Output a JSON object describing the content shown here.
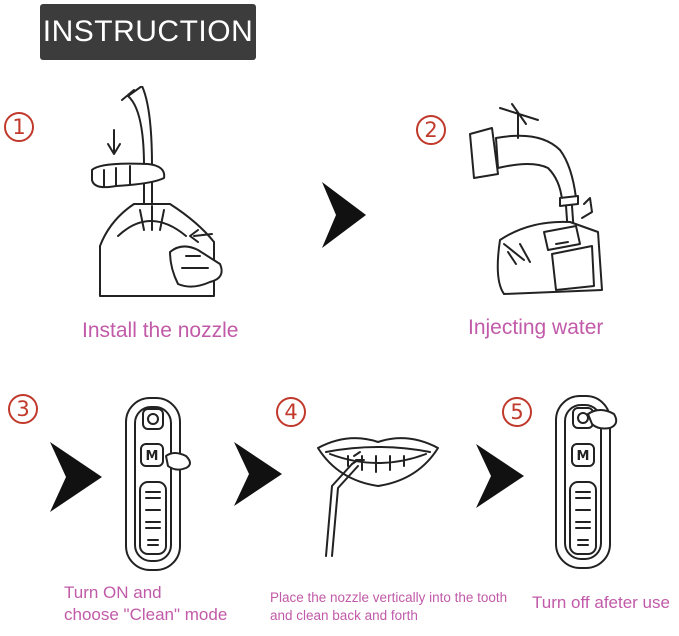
{
  "title": "INSTRUCTION",
  "steps": [
    {
      "number": "1",
      "caption": "Install the nozzle"
    },
    {
      "number": "2",
      "caption": "Injecting water"
    },
    {
      "number": "3",
      "caption_line1": "Turn ON and",
      "caption_line2": "choose \"Clean\" mode"
    },
    {
      "number": "4",
      "caption_line1": "Place the nozzle vertically into the tooth",
      "caption_line2": "and clean back and forth"
    },
    {
      "number": "5",
      "caption": "Turn off afeter use"
    }
  ],
  "device": {
    "mode_button": "M"
  },
  "colors": {
    "title_bg": "#3c3c3c",
    "number": "#c0392b",
    "caption": "#c15aa8",
    "arrow": "#111111"
  }
}
